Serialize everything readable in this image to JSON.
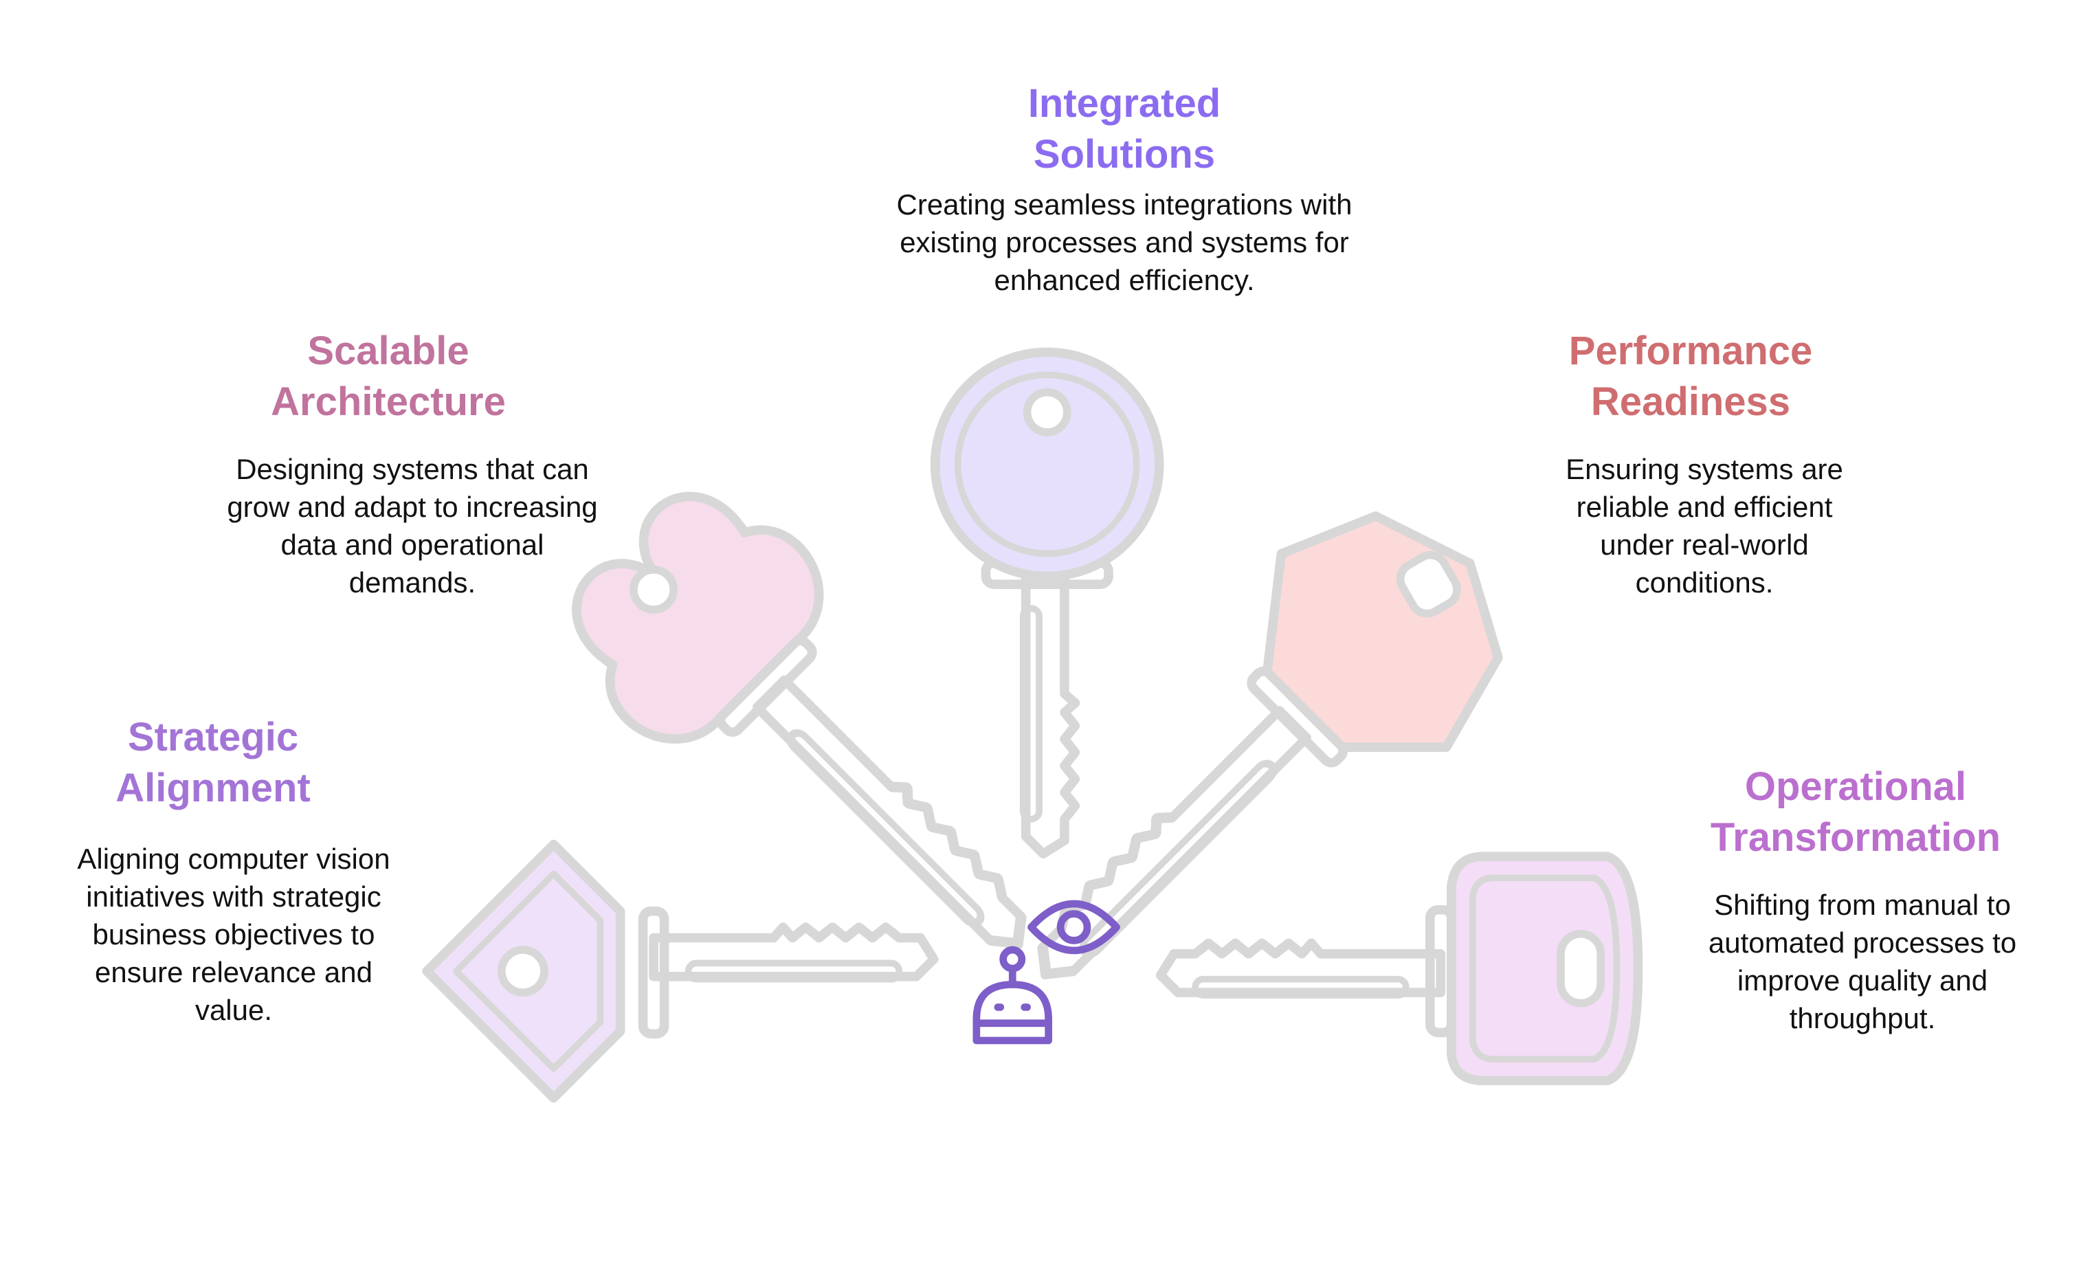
{
  "colors": {
    "integrated": "#8b6cf0",
    "scalable": "#c0739d",
    "performance": "#cf6d70",
    "strategic": "#a374d6",
    "operational": "#bb6fce",
    "icon": "#7e5ec8",
    "key_stroke": "#d7d7d7",
    "fill_integrated": "#e6e0fd",
    "fill_scalable": "#f7dceb",
    "fill_performance": "#fcdada",
    "fill_strategic": "#efe1fa",
    "fill_operational": "#f4ddf7"
  },
  "icons": {
    "eye": "eye-icon",
    "robot": "robot-icon"
  },
  "sections": {
    "integrated": {
      "title": [
        "Integrated",
        "Solutions"
      ],
      "description": [
        "Creating seamless integrations with",
        "existing processes and systems for",
        "enhanced efficiency."
      ]
    },
    "scalable": {
      "title": [
        "Scalable",
        "Architecture"
      ],
      "description": [
        "Designing systems that can",
        "grow and adapt to increasing",
        "data and operational",
        "demands."
      ]
    },
    "performance": {
      "title": [
        "Performance",
        "Readiness"
      ],
      "description": [
        "Ensuring systems are",
        "reliable and efficient",
        "under real-world",
        "conditions."
      ]
    },
    "strategic": {
      "title": [
        "Strategic",
        "Alignment"
      ],
      "description": [
        "Aligning computer vision",
        "initiatives with strategic",
        "business objectives to",
        "ensure relevance and",
        "value."
      ]
    },
    "operational": {
      "title": [
        "Operational",
        "Transformation"
      ],
      "description": [
        "Shifting from manual to",
        "automated processes to",
        "improve quality and",
        "throughput."
      ]
    }
  }
}
